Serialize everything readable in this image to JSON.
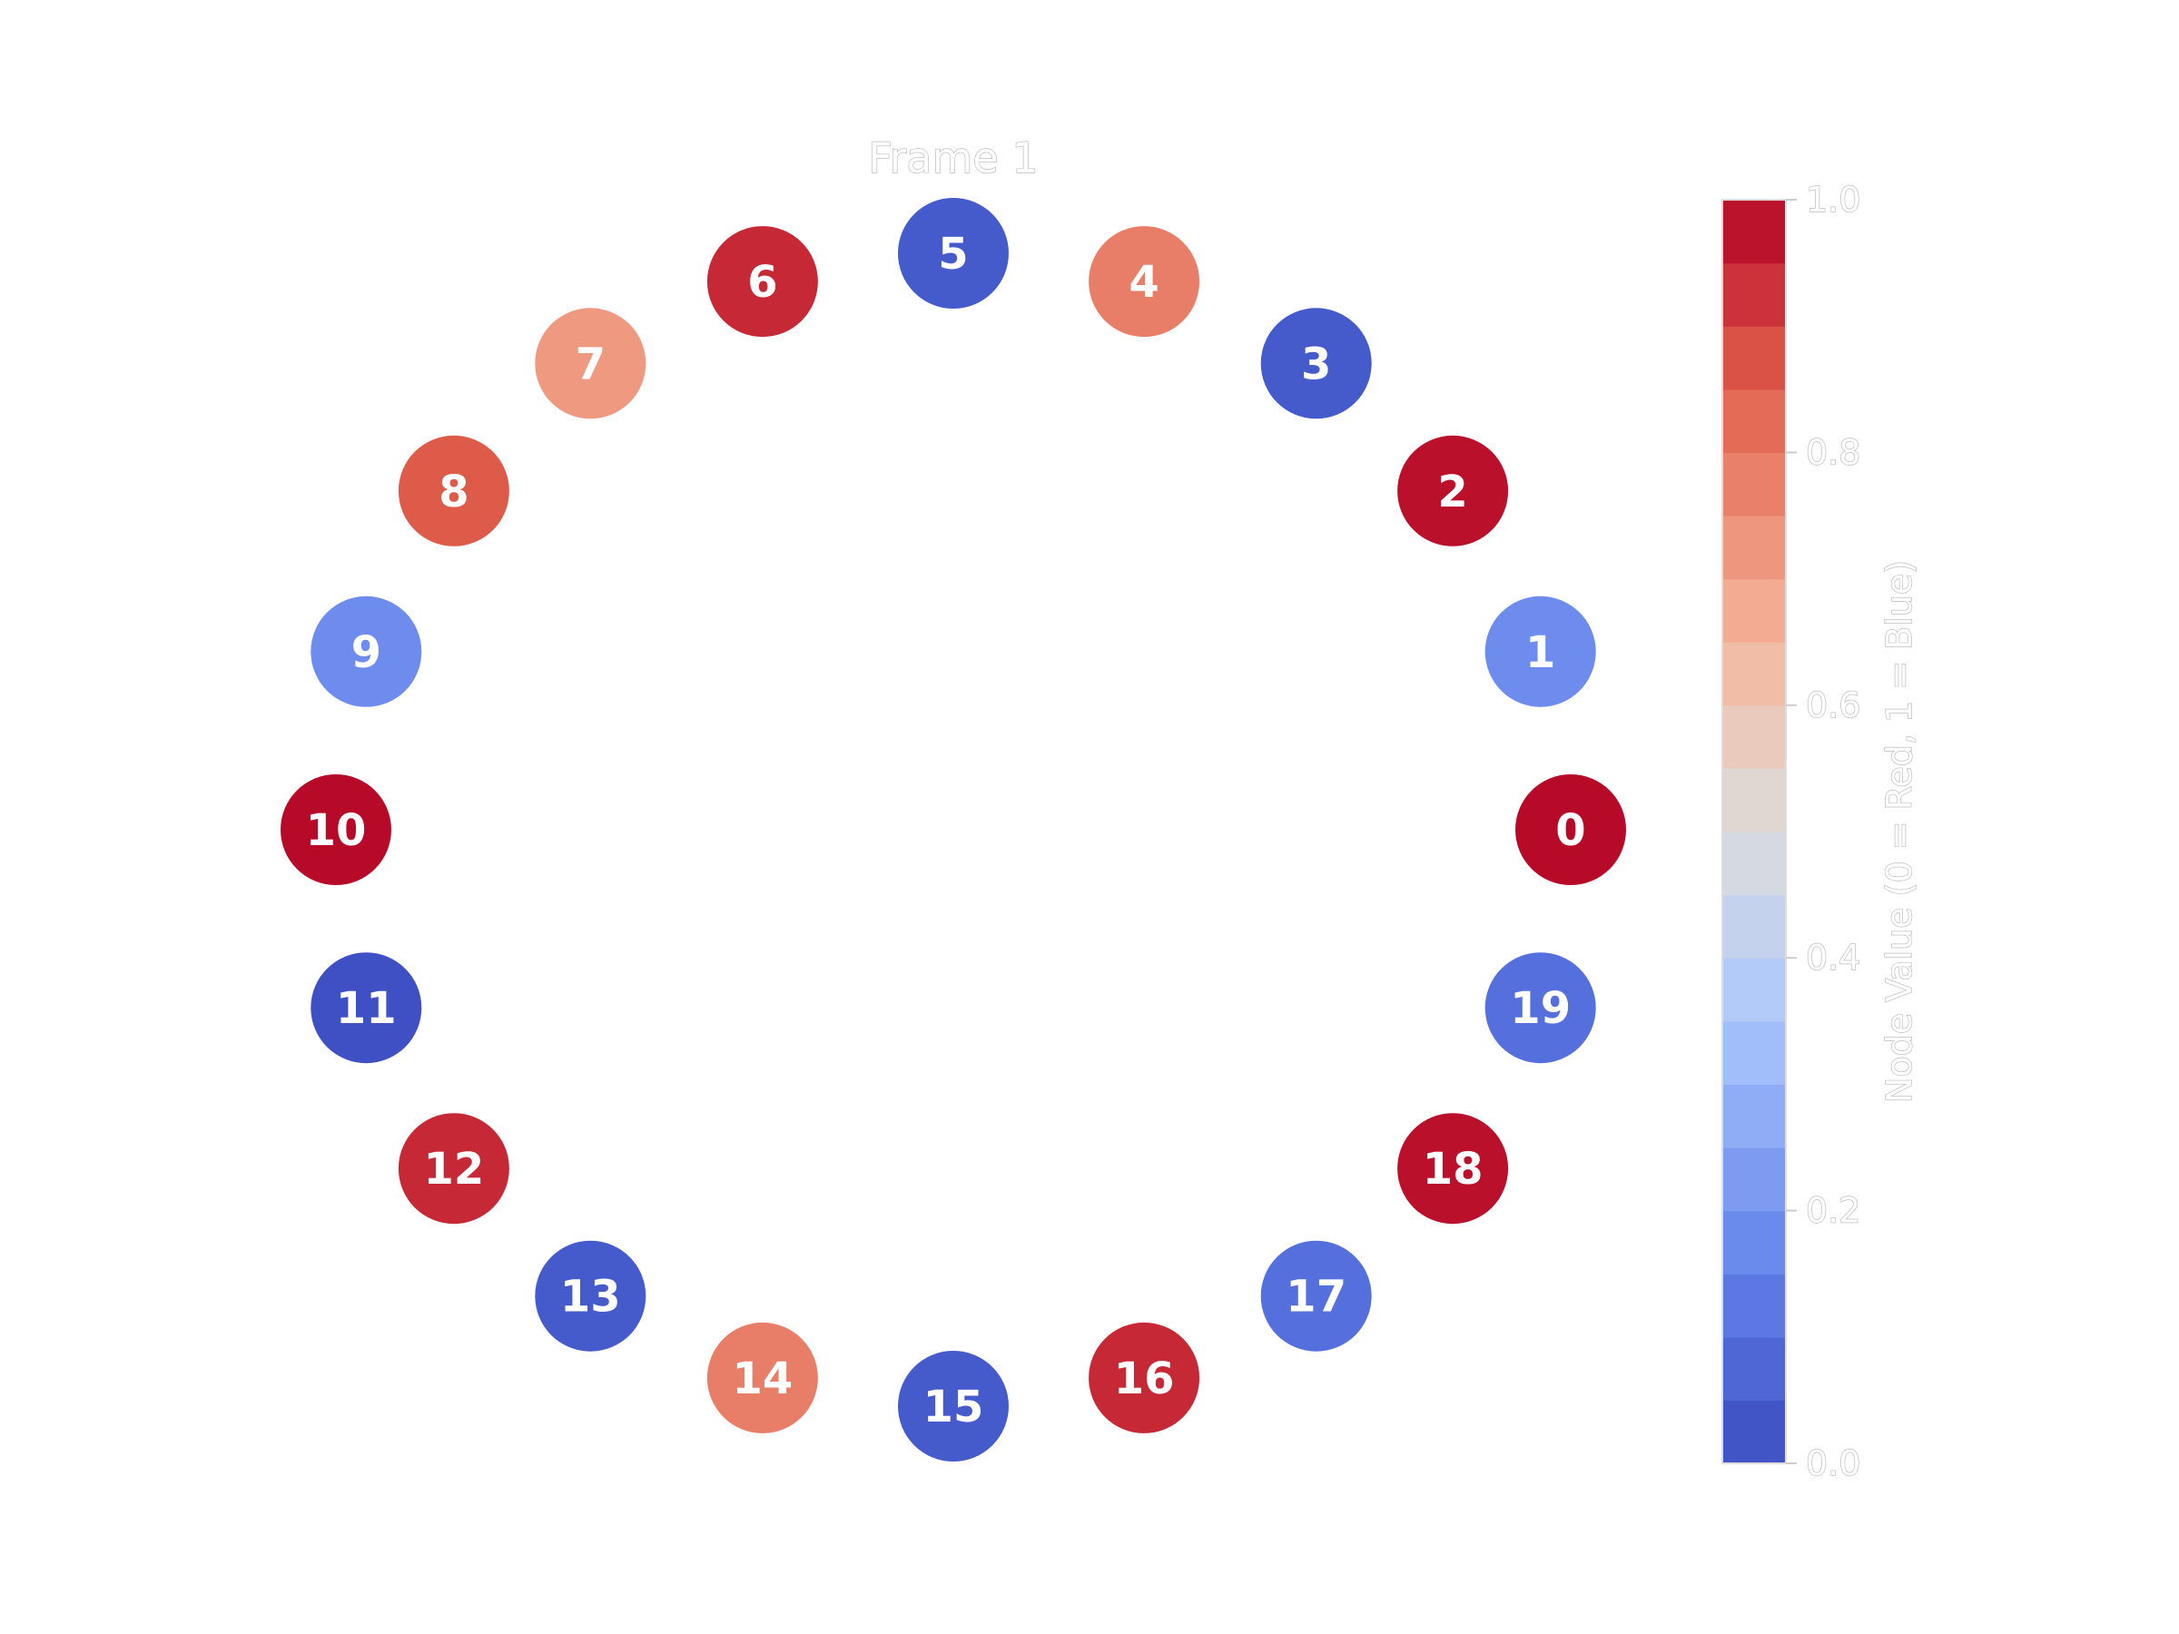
{
  "chart_data": {
    "type": "network",
    "title": "Frame 1",
    "nodes": [
      {
        "id": "0",
        "value": 0.99
      },
      {
        "id": "1",
        "value": 0.18
      },
      {
        "id": "2",
        "value": 0.98
      },
      {
        "id": "3",
        "value": 0.04
      },
      {
        "id": "4",
        "value": 0.78
      },
      {
        "id": "5",
        "value": 0.04
      },
      {
        "id": "6",
        "value": 0.94
      },
      {
        "id": "7",
        "value": 0.72
      },
      {
        "id": "8",
        "value": 0.86
      },
      {
        "id": "9",
        "value": 0.18
      },
      {
        "id": "10",
        "value": 0.99
      },
      {
        "id": "11",
        "value": 0.01
      },
      {
        "id": "12",
        "value": 0.94
      },
      {
        "id": "13",
        "value": 0.04
      },
      {
        "id": "14",
        "value": 0.78
      },
      {
        "id": "15",
        "value": 0.04
      },
      {
        "id": "16",
        "value": 0.94
      },
      {
        "id": "17",
        "value": 0.1
      },
      {
        "id": "18",
        "value": 0.98
      },
      {
        "id": "19",
        "value": 0.1
      }
    ],
    "layout": "circular",
    "colorbar": {
      "label": "Node Value (0 = Red, 1 = Blue)",
      "range": [
        0,
        1
      ],
      "ticks": [
        "0.0",
        "0.2",
        "0.4",
        "0.6",
        "0.8",
        "1.0"
      ],
      "colormap": "coolwarm",
      "levels": 20
    }
  }
}
